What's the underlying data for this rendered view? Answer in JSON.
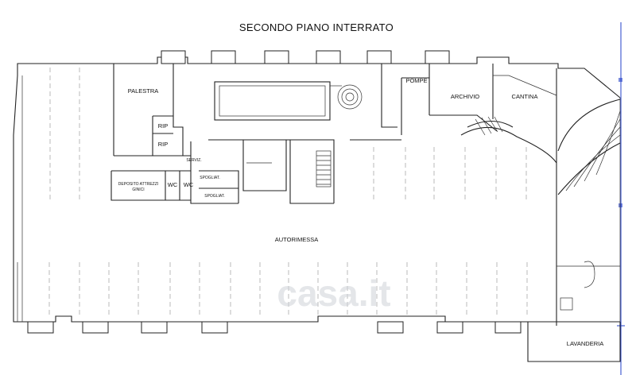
{
  "title": "SECONDO PIANO INTERRATO",
  "rooms": {
    "palestra": "PALESTRA",
    "pompe": "POMPE",
    "archivio": "ARCHIVIO",
    "cantina": "CANTINA",
    "rip1": "RIP",
    "rip2": "RIP",
    "deposito": "DEPOSITO ATTREZZI",
    "deposito2": "GINICI",
    "wc1": "WC",
    "wc2": "WC",
    "spogliat1": "SPOGLIAT.",
    "spogliat2": "SPOGLIAT.",
    "servizi": "SERVIZ.",
    "autorimessa": "AUTORIMESSA",
    "lavanderia": "LAVANDERIA"
  },
  "watermark": "casa.it",
  "colors": {
    "walls": "#222222",
    "dashed": "#aaaaaa",
    "axis": "#2340c8",
    "watermark": "#cfd3d8"
  }
}
